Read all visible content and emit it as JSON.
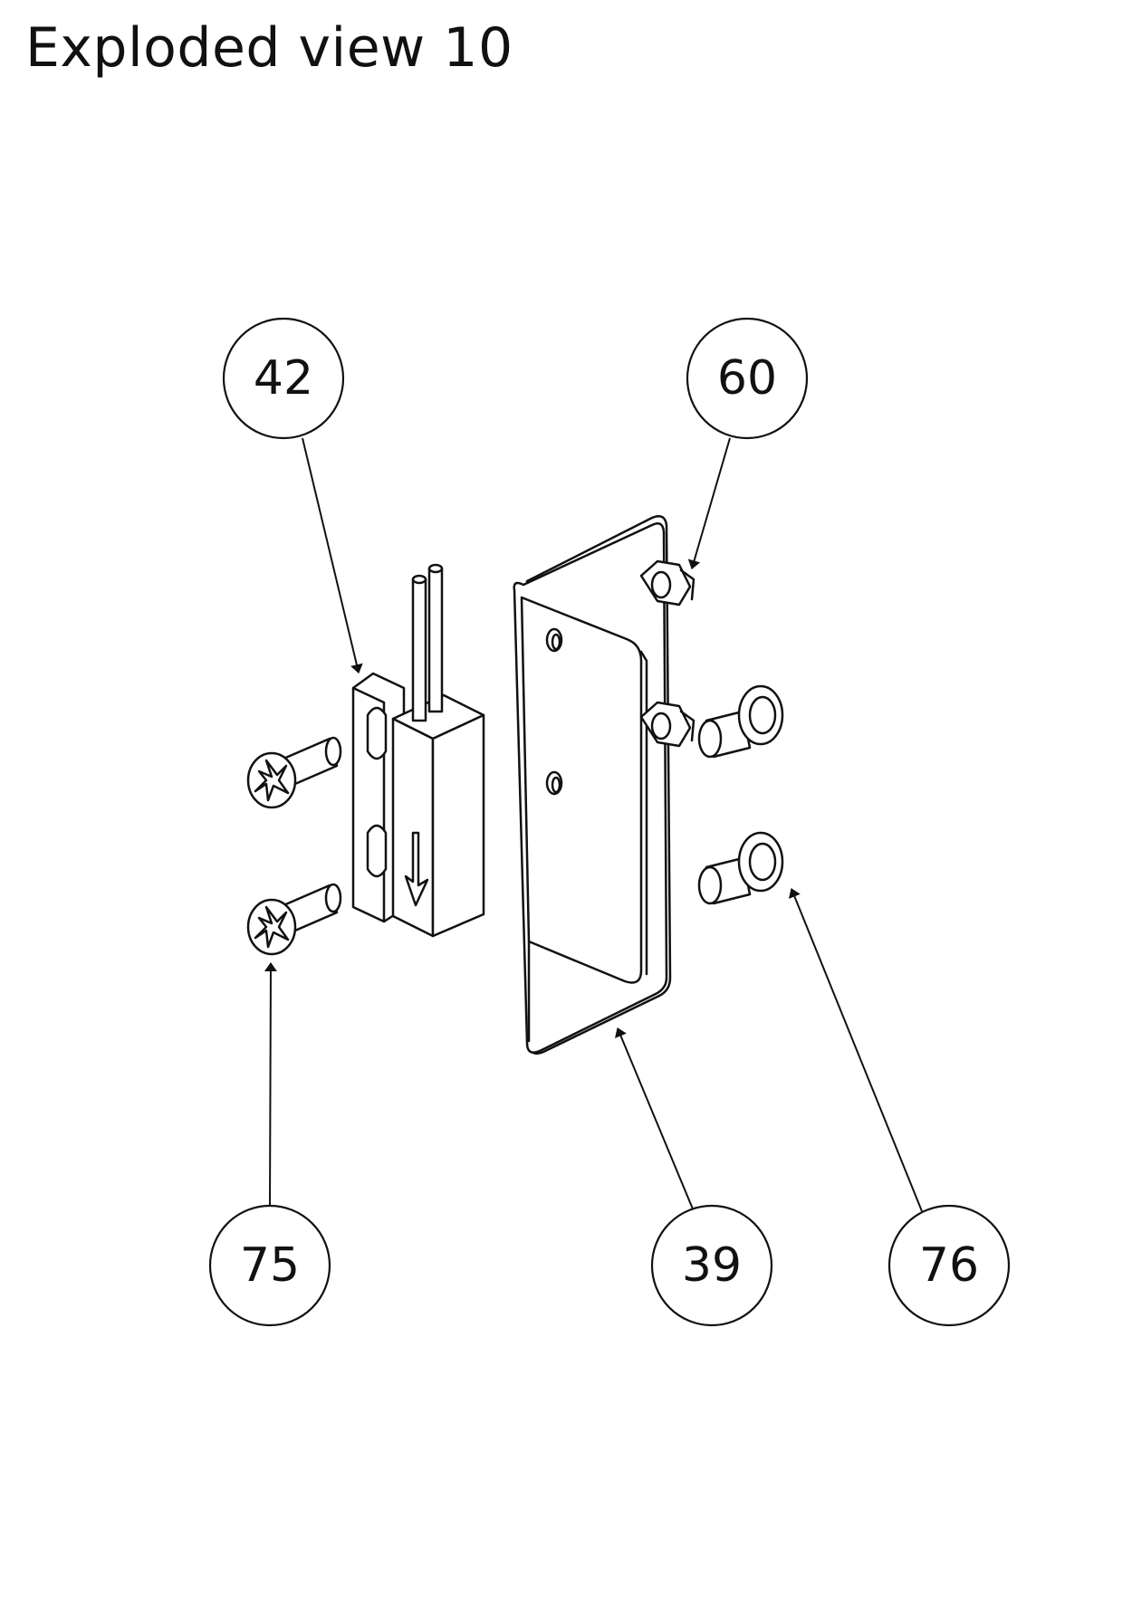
{
  "title": "Exploded view 10",
  "balloons": [
    {
      "id": "42",
      "label": "42"
    },
    {
      "id": "60",
      "label": "60"
    },
    {
      "id": "75",
      "label": "75"
    },
    {
      "id": "39",
      "label": "39"
    },
    {
      "id": "76",
      "label": "76"
    }
  ],
  "colors": {
    "ink": "#111111",
    "background": "#ffffff"
  }
}
